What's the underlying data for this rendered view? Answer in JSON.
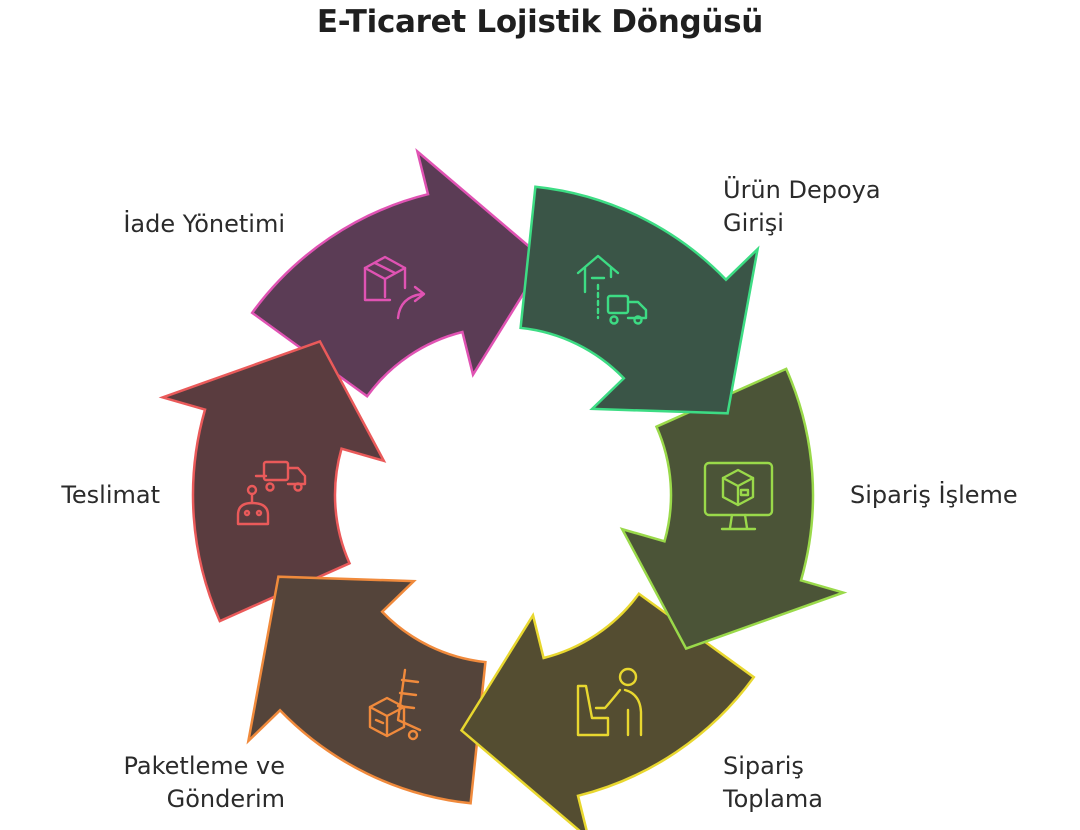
{
  "title": "E-Ticaret Lojistik Döngüsü",
  "steps": [
    {
      "line1": "Ürün Depoya",
      "line2": "Girişi",
      "color": "#3ddc84",
      "fill": "#3a5547",
      "icon": "warehouse-truck-icon"
    },
    {
      "line1": "Sipariş İşleme",
      "line2": "",
      "color": "#9ad94a",
      "fill": "#4b5437",
      "icon": "monitor-box-icon"
    },
    {
      "line1": "Sipariş",
      "line2": "Toplama",
      "color": "#e8d72f",
      "fill": "#544d31",
      "icon": "worker-picking-icon"
    },
    {
      "line1": "Paketleme ve",
      "line2": "Gönderim",
      "color": "#f08a3c",
      "fill": "#54443a",
      "icon": "hand-truck-box-icon"
    },
    {
      "line1": "Teslimat",
      "line2": "",
      "color": "#ea5a5a",
      "fill": "#5a3c3f",
      "icon": "robot-truck-icon"
    },
    {
      "line1": "İade Yönetimi",
      "line2": "",
      "color": "#e053b3",
      "fill": "#5b3c55",
      "icon": "box-return-icon"
    }
  ]
}
